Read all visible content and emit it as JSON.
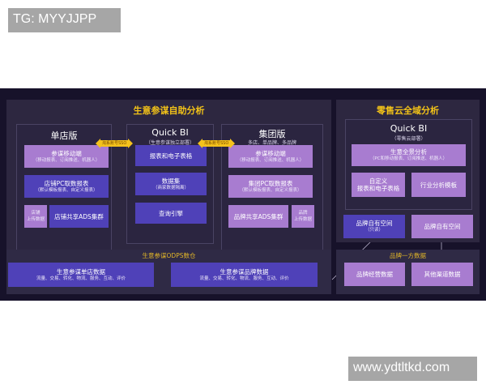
{
  "watermarks": {
    "top": "TG: MYYJJPP",
    "bottom": "www.ydtltkd.com"
  },
  "colors": {
    "background": "#17122a",
    "panel": "#2d2740",
    "gold": "#f3c318",
    "pink_box": "#a87cd0",
    "blue_box": "#4f41b8"
  },
  "left_section": {
    "title": "生意参谋自助分析",
    "single_store": {
      "title": "单店版",
      "boxes": [
        {
          "line1": "参谋移动端",
          "line2": "（移动报表、订阅推送、机器人）"
        },
        {
          "line1": "店铺PC取数报表",
          "line2": "（默认模板报表、自定义报表）"
        },
        {
          "line1": "店铺",
          "line2": "上传数据"
        },
        {
          "line1": "店铺共享ADS集群"
        }
      ]
    },
    "quick_bi": {
      "title": "Quick BI",
      "subtitle": "（生意参谋独立部署）",
      "boxes": [
        {
          "line1": "报表和电子表格"
        },
        {
          "line1": "数据集",
          "line2": "（商家数据隔离）"
        },
        {
          "line1": "查询引擎"
        }
      ]
    },
    "group": {
      "title": "集团版",
      "subtitle": "多店、单品牌、多品牌",
      "boxes": [
        {
          "line1": "参谋移动端",
          "line2": "（移动报表、订阅推送、机器人）"
        },
        {
          "line1": "集团PC取数报表",
          "line2": "（默认模板报表、自定义报表）"
        },
        {
          "line1": "品牌共享ADS集群"
        },
        {
          "line1": "品牌",
          "line2": "上传数据"
        }
      ]
    },
    "sso_left": "淘系账号SSO",
    "sso_right": "淘系账号SSO"
  },
  "odps_section": {
    "title": "生意参谋ODPS数仓",
    "boxes": [
      {
        "line1": "生意参谋单店数据",
        "line2": "流量、交易、转化、物流、服务、互动、评价"
      },
      {
        "line1": "生意参谋品牌数据",
        "line2": "流量、交易、转化、物流、服务、互动、评价"
      }
    ]
  },
  "right_section": {
    "title": "零售云全域分析",
    "quick_bi": {
      "title": "Quick BI",
      "subtitle": "（零售云部署）",
      "boxes": [
        {
          "line1": "生意全景分析",
          "line2": "（PC和移动报表、订阅推送、机器人）"
        },
        {
          "line1": "自定义",
          "line2": "报表和电子表格"
        },
        {
          "line1": "行业分析模板"
        }
      ]
    },
    "spaces": [
      {
        "line1": "品牌自有空间",
        "line2": "（只读）"
      },
      {
        "line1": "品牌自有空间"
      }
    ]
  },
  "brand_section": {
    "title": "品牌一方数据",
    "boxes": [
      {
        "line1": "品牌经营数据"
      },
      {
        "line1": "其他渠道数据"
      }
    ]
  }
}
